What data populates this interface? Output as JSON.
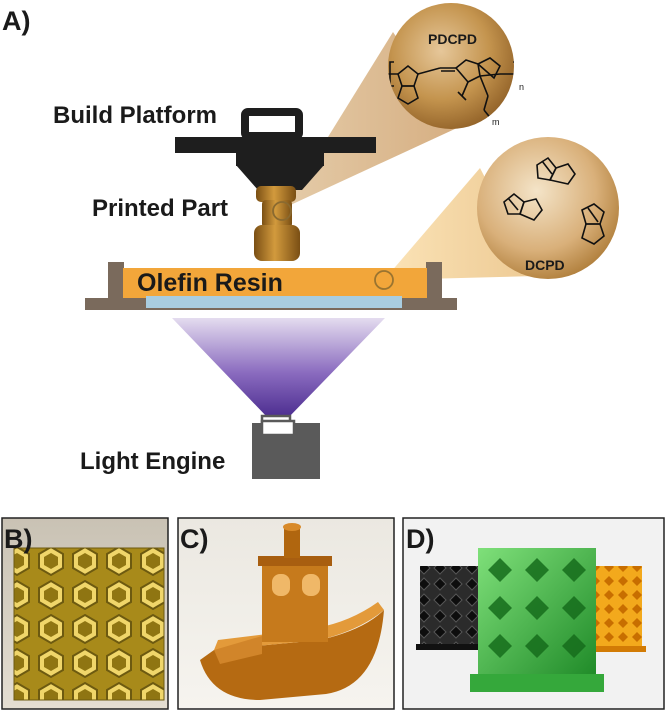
{
  "panels": {
    "a": {
      "letter": "A)"
    },
    "b": {
      "letter": "B)"
    },
    "c": {
      "letter": "C)"
    },
    "d": {
      "letter": "D)"
    }
  },
  "labels": {
    "build_platform": "Build Platform",
    "printed_part": "Printed Part",
    "olefin_resin": "Olefin Resin",
    "light_engine": "Light Engine"
  },
  "callouts": {
    "polymer": {
      "title": "PDCPD",
      "sub_n": "n",
      "sub_m": "m"
    },
    "monomer": {
      "title": "DCPD"
    }
  },
  "colors": {
    "platform": "#1e1e1e",
    "part": "#b98028",
    "resin": "#f2a63a",
    "vat": "#7a6a5c",
    "window": "#a9cde0",
    "light_beam": "#5a3b9c",
    "light_engine": "#5a5a5a",
    "callout_bronze": "#a8712f"
  }
}
